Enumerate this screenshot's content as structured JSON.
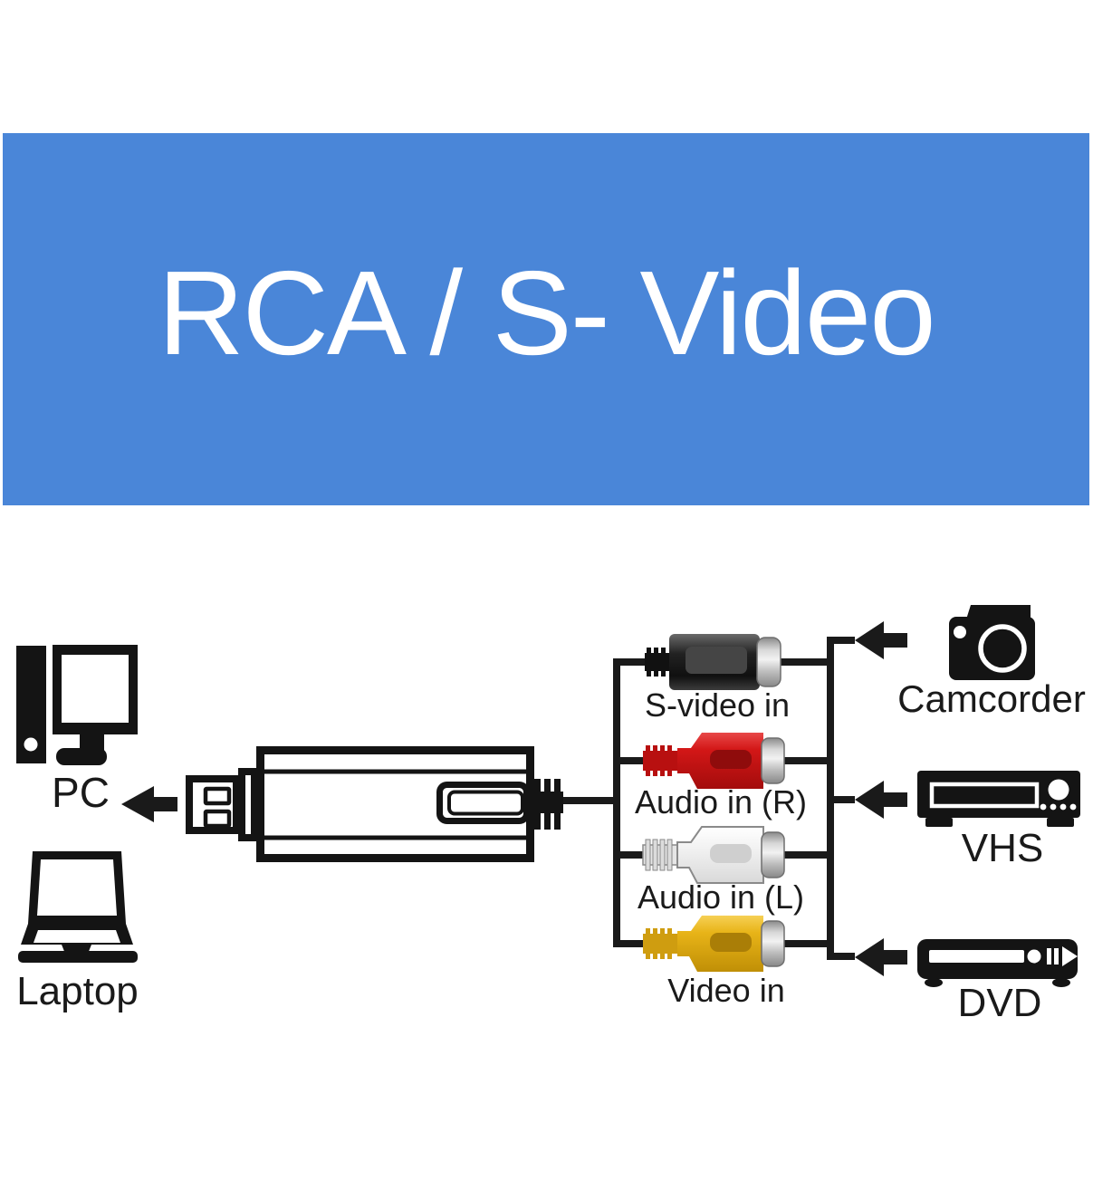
{
  "banner": {
    "title": "RCA / S- Video",
    "bg_color": "#4a86d8",
    "text_color": "#ffffff"
  },
  "left": {
    "pc_label": "PC",
    "laptop_label": "Laptop"
  },
  "capture_ports": [
    {
      "label": "S-video in",
      "connector_color": "#1c1c1c",
      "connector_type": "s-video-plug"
    },
    {
      "label": "Audio in (R)",
      "connector_color": "#c81414",
      "connector_type": "rca-plug"
    },
    {
      "label": "Audio in (L)",
      "connector_color": "#f2f2f2",
      "connector_type": "rca-plug"
    },
    {
      "label": "Video in",
      "connector_color": "#dda313",
      "connector_type": "rca-plug"
    }
  ],
  "source_devices": [
    {
      "label": "Camcorder",
      "icon": "camera-icon"
    },
    {
      "label": "VHS",
      "icon": "vcr-icon"
    },
    {
      "label": "DVD",
      "icon": "dvd-player-icon"
    }
  ],
  "line_color": "#1a1a1a"
}
